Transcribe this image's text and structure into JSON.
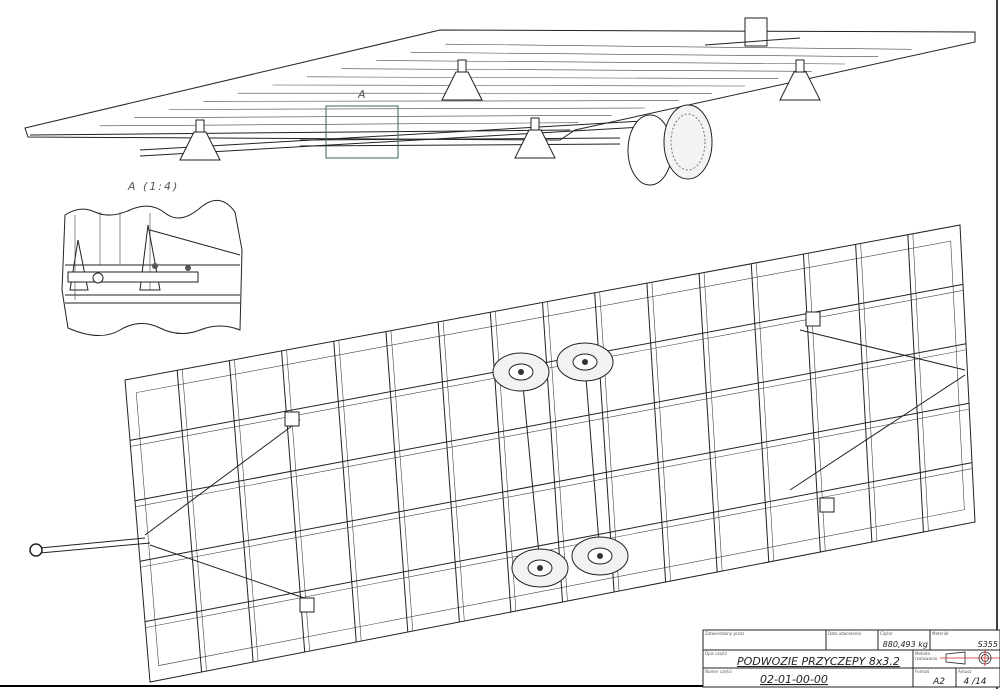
{
  "drawing": {
    "detail_marker": "A",
    "detail_label": "A (1:4)",
    "frame_columns": 16,
    "frame_rows": 5,
    "colors": {
      "line": "#222222",
      "detail_frame": "#2f6b5a",
      "projection_line": "#d02020"
    }
  },
  "title_block": {
    "approved_by_label": "Zatwierdzony przez",
    "created_date_label": "Data utworzenia",
    "weight_label": "Ciężar",
    "weight_value": "880,493 kg",
    "material_label": "Materiał",
    "material_value": "S355",
    "description_label": "Opis części",
    "description_value": "PODWOZIE PRZYCZEPY 8x3.2",
    "projection_label_1": "Metoda",
    "projection_label_2": "rzutowania",
    "part_number_label": "Numer części",
    "part_number_value": "02-01-00-00",
    "format_label": "Format",
    "format_value": "A2",
    "sheet_label": "Arkusz",
    "sheet_value": "4 /14"
  }
}
